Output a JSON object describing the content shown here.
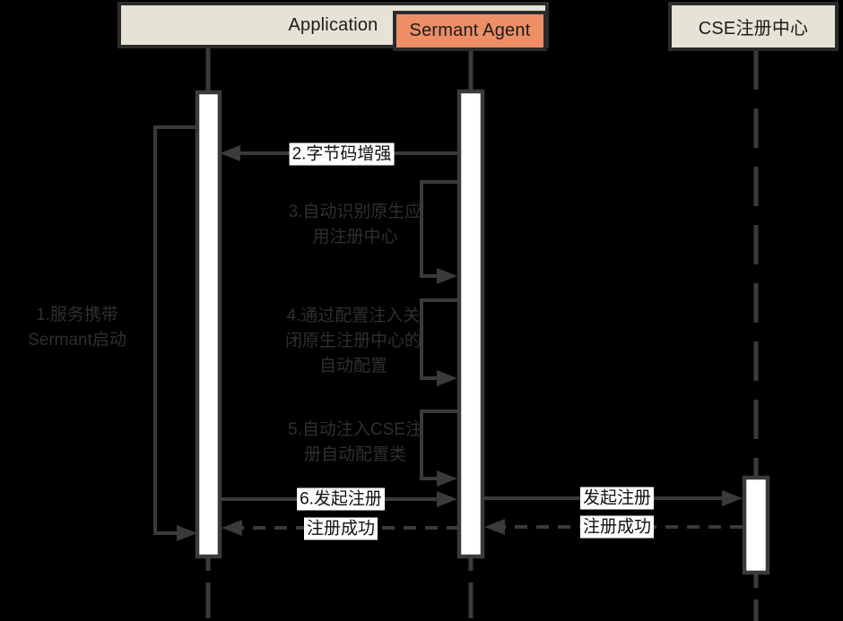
{
  "colors": {
    "background": "#000000",
    "line": "#3a3a3a",
    "box_border": "#2b2b2b",
    "actor_fill": "#e6e2d5",
    "agent_fill": "#ed8e66",
    "activation_fill": "#ffffff",
    "dim_text": "#2f2f2f",
    "label_bg": "#ffffff",
    "label_text": "#111111"
  },
  "actors": {
    "application": {
      "label": "Application"
    },
    "sermant_agent": {
      "label": "Sermant Agent"
    },
    "cse_registry": {
      "label": "CSE注册中心"
    }
  },
  "messages": {
    "m1": {
      "line1": "1.服务携带",
      "line2": "Sermant启动"
    },
    "m2": {
      "text": "2.字节码增强"
    },
    "m3": {
      "line1": "3.自动识别原生应",
      "line2": "用注册中心"
    },
    "m4": {
      "line1": "4.通过配置注入关",
      "line2": "闭原生注册中心的",
      "line3": "自动配置"
    },
    "m5": {
      "line1": "5.自动注入CSE注",
      "line2": "册自动配置类"
    },
    "m6": {
      "text": "6.发起注册",
      "reply": "注册成功"
    },
    "m7": {
      "text": "发起注册",
      "reply": "注册成功"
    }
  }
}
